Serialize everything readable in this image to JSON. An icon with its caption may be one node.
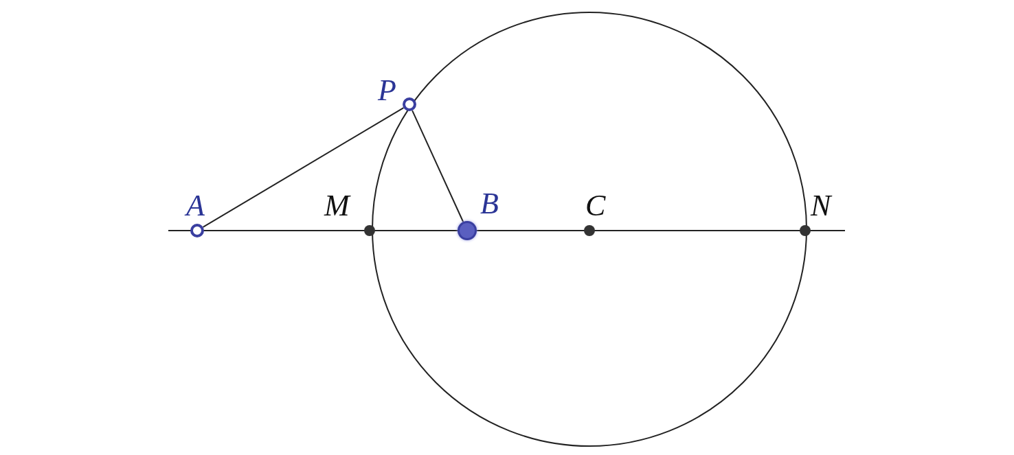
{
  "diagram": {
    "nodes": [
      {
        "text": [
          "P"
        ]
      },
      {
        "text": [
          "A"
        ]
      },
      {
        "text": [
          "M"
        ]
      },
      {
        "text": [
          "B"
        ]
      },
      {
        "text": [
          "C"
        ]
      },
      {
        "text": [
          "N"
        ]
      }
    ],
    "edges": [
      {
        "from": 1,
        "to": 0,
        "arrow": "none"
      },
      {
        "from": 0,
        "to": 3,
        "arrow": "none"
      }
    ]
  }
}
